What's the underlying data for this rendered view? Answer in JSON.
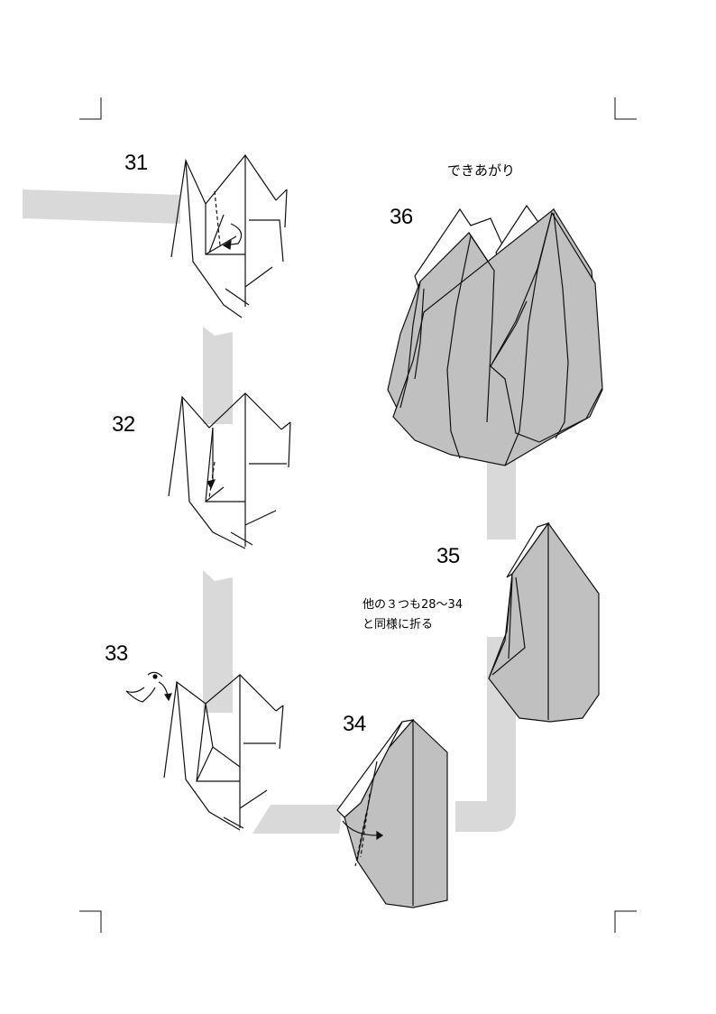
{
  "page": {
    "finished_label": "できあがり",
    "steps": [
      {
        "number": "31"
      },
      {
        "number": "32"
      },
      {
        "number": "33"
      },
      {
        "number": "34"
      },
      {
        "number": "35"
      },
      {
        "number": "36"
      }
    ],
    "instruction": {
      "line1": "他の３つも28～34",
      "line2": "と同様に折る"
    }
  },
  "colors": {
    "flow_band": "#d9d9d9",
    "paper_colored": "#c0c0c0",
    "paper_white": "#ffffff",
    "line": "#111111"
  }
}
